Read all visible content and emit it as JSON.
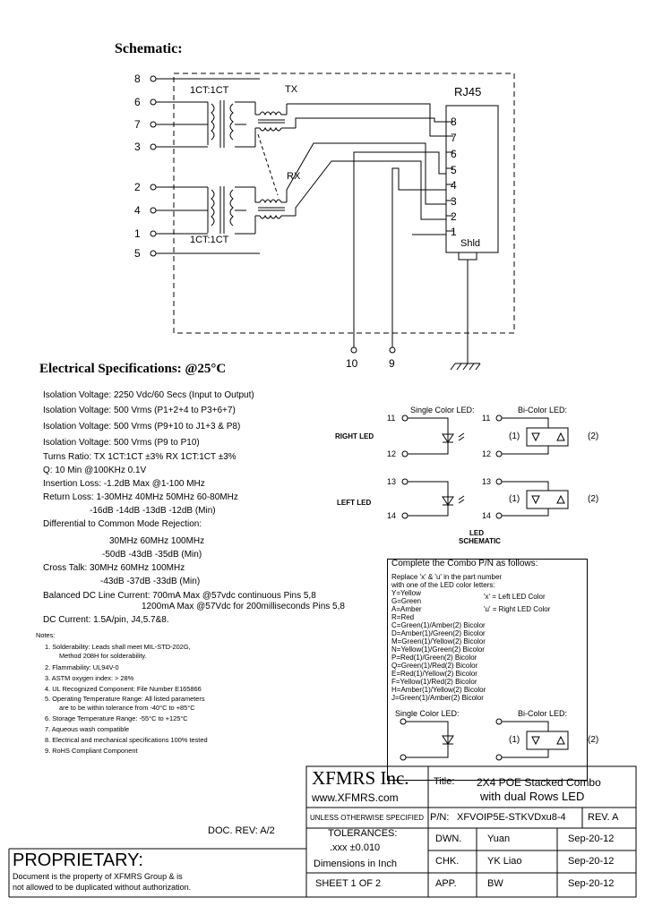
{
  "schematic": {
    "title": "Schematic:",
    "rj45": "RJ45",
    "ratio_top": "1CT:1CT",
    "ratio_bottom": "1CT:1CT",
    "tx": "TX",
    "rx": "RX",
    "left_pins": [
      "8",
      "6",
      "7",
      "3",
      "2",
      "4",
      "1",
      "5"
    ],
    "rj_pins": [
      "8",
      "7",
      "6",
      "5",
      "4",
      "3",
      "2",
      "1"
    ],
    "shld": "Shld",
    "bottom_pins": [
      "10",
      "9"
    ]
  },
  "led": {
    "single_label": "Single Color LED:",
    "bi_label": "Bi-Color LED:",
    "right_led": "RIGHT LED",
    "left_led": "LEFT LED",
    "pins_right": [
      "11",
      "12",
      "11",
      "12"
    ],
    "pins_left": [
      "13",
      "14",
      "13",
      "14"
    ],
    "one": "(1)",
    "two": "(2)",
    "schematic_label_1": "LED",
    "schematic_label_2": "SCHEMATIC"
  },
  "electrical": {
    "title": "Electrical Specifications: @25°C",
    "lines": [
      "Isolation Voltage:  2250 Vdc/60 Secs (Input to Output)",
      "Isolation Voltage:  500 Vrms (P1+2+4 to P3+6+7)",
      "Isolation Voltage:  500 Vrms (P9+10 to J1+3 & P8)",
      "Isolation Voltage:  500 Vrms (P9 to P10)",
      "Turns Ratio: TX  1CT:1CT ±3%  RX  1CT:1CT  ±3%",
      "Q: 10 Min @100KHz 0.1V",
      "Insertion Loss: -1.2dB Max @1-100 MHz",
      "Return Loss: 1-30MHz  40MHz  50MHz  60-80MHz",
      "-16dB      -14dB     -13dB       -12dB (Min)",
      "Differential to Common Mode Rejection:",
      "30MHz       60MHz       100MHz",
      "-50dB        -43dB          -35dB (Min)",
      "Cross Talk: 30MHz      60MHz      100MHz",
      "-43dB      -37dB       -33dB (Min)",
      "Balanced DC Line Current:  700mA Max @57vdc continuous Pins 5,8",
      "1200mA Max @57Vdc for 200milliseconds Pins 5,8",
      "DC Current: 1.5A/pin, J4,5.7&8."
    ]
  },
  "notes": {
    "title": "Notes:",
    "items": [
      "1.  Solderability: Leads shall meet MIL-STD-202G,",
      "Method 208H for solderability.",
      "2.  Flammability: UL94V-0",
      "3.  ASTM oxygen index: > 28%",
      "4.  UL Recognized Component: File Number E165866",
      "5.  Operating Temperature Range: All listed parameters",
      "are to be within tolerance from -40°C to +85°C",
      "6.  Storage Temperature Range: -55°C to +125°C",
      "7.  Aqueous wash compatible",
      "8.  Electrical and mechanical specifications 100% tested",
      "9.  RoHS Compliant Component"
    ]
  },
  "combo": {
    "title": "Complete the Combo P/N as follows:",
    "lines": [
      "Replace 'x' & 'u' in the part number",
      "with one of the LED color letters:",
      "Y=Yellow",
      "G=Green",
      "A=Amber",
      "R=Red",
      "C=Green(1)/Amber(2)  Bicolor",
      "D=Amber(1)/Green(2)  Bicolor",
      "M=Green(1)/Yellow(2)  Bicolor",
      "N=Yellow(1)/Green(2)  Bicolor",
      "P=Red(1)/Green(2)  Bicolor",
      "Q=Green(1)/Red(2)  Bicolor",
      "E=Red(1)/Yellow(2)  Bicolor",
      "F=Yellow(1)/Red(2)  Bicolor",
      "H=Amber(1)/Yellow(2)  Bicolor",
      "J=Green(1)/Amber(2)  Bicolor"
    ],
    "x_note": "'x' = Left LED Color",
    "u_note": "'u' = Right LED Color",
    "single_label": "Single Color LED:",
    "bi_label": "Bi-Color LED:",
    "one": "(1)",
    "two": "(2)"
  },
  "title_block": {
    "company": "XFMRS Inc.",
    "website": "www.XFMRS.com",
    "title_label": "Title:",
    "title_line1": "2X4 POE Stacked Combo",
    "title_line2": "with dual Rows LED",
    "unless": "UNLESS OTHERWISE SPECIFIED",
    "pn_label": "P/N:",
    "pn": "XFVOIP5E-STKVDxu8-4",
    "rev": "REV. A",
    "tolerances": "TOLERANCES:",
    "tol_value": ".xxx  ±0.010",
    "dims": "Dimensions in Inch",
    "sheet": "SHEET  1  OF  2",
    "dwn_label": "DWN.",
    "dwn_name": "Yuan",
    "dwn_date": "Sep-20-12",
    "chk_label": "CHK.",
    "chk_name": "YK Liao",
    "chk_date": "Sep-20-12",
    "app_label": "APP.",
    "app_name": "BW",
    "app_date": "Sep-20-12",
    "doc_rev": "DOC. REV: A/2"
  },
  "proprietary": {
    "title": "PROPRIETARY:",
    "line1": "Document is the property of XFMRS Group & is",
    "line2": "not allowed to be duplicated without authorization."
  }
}
